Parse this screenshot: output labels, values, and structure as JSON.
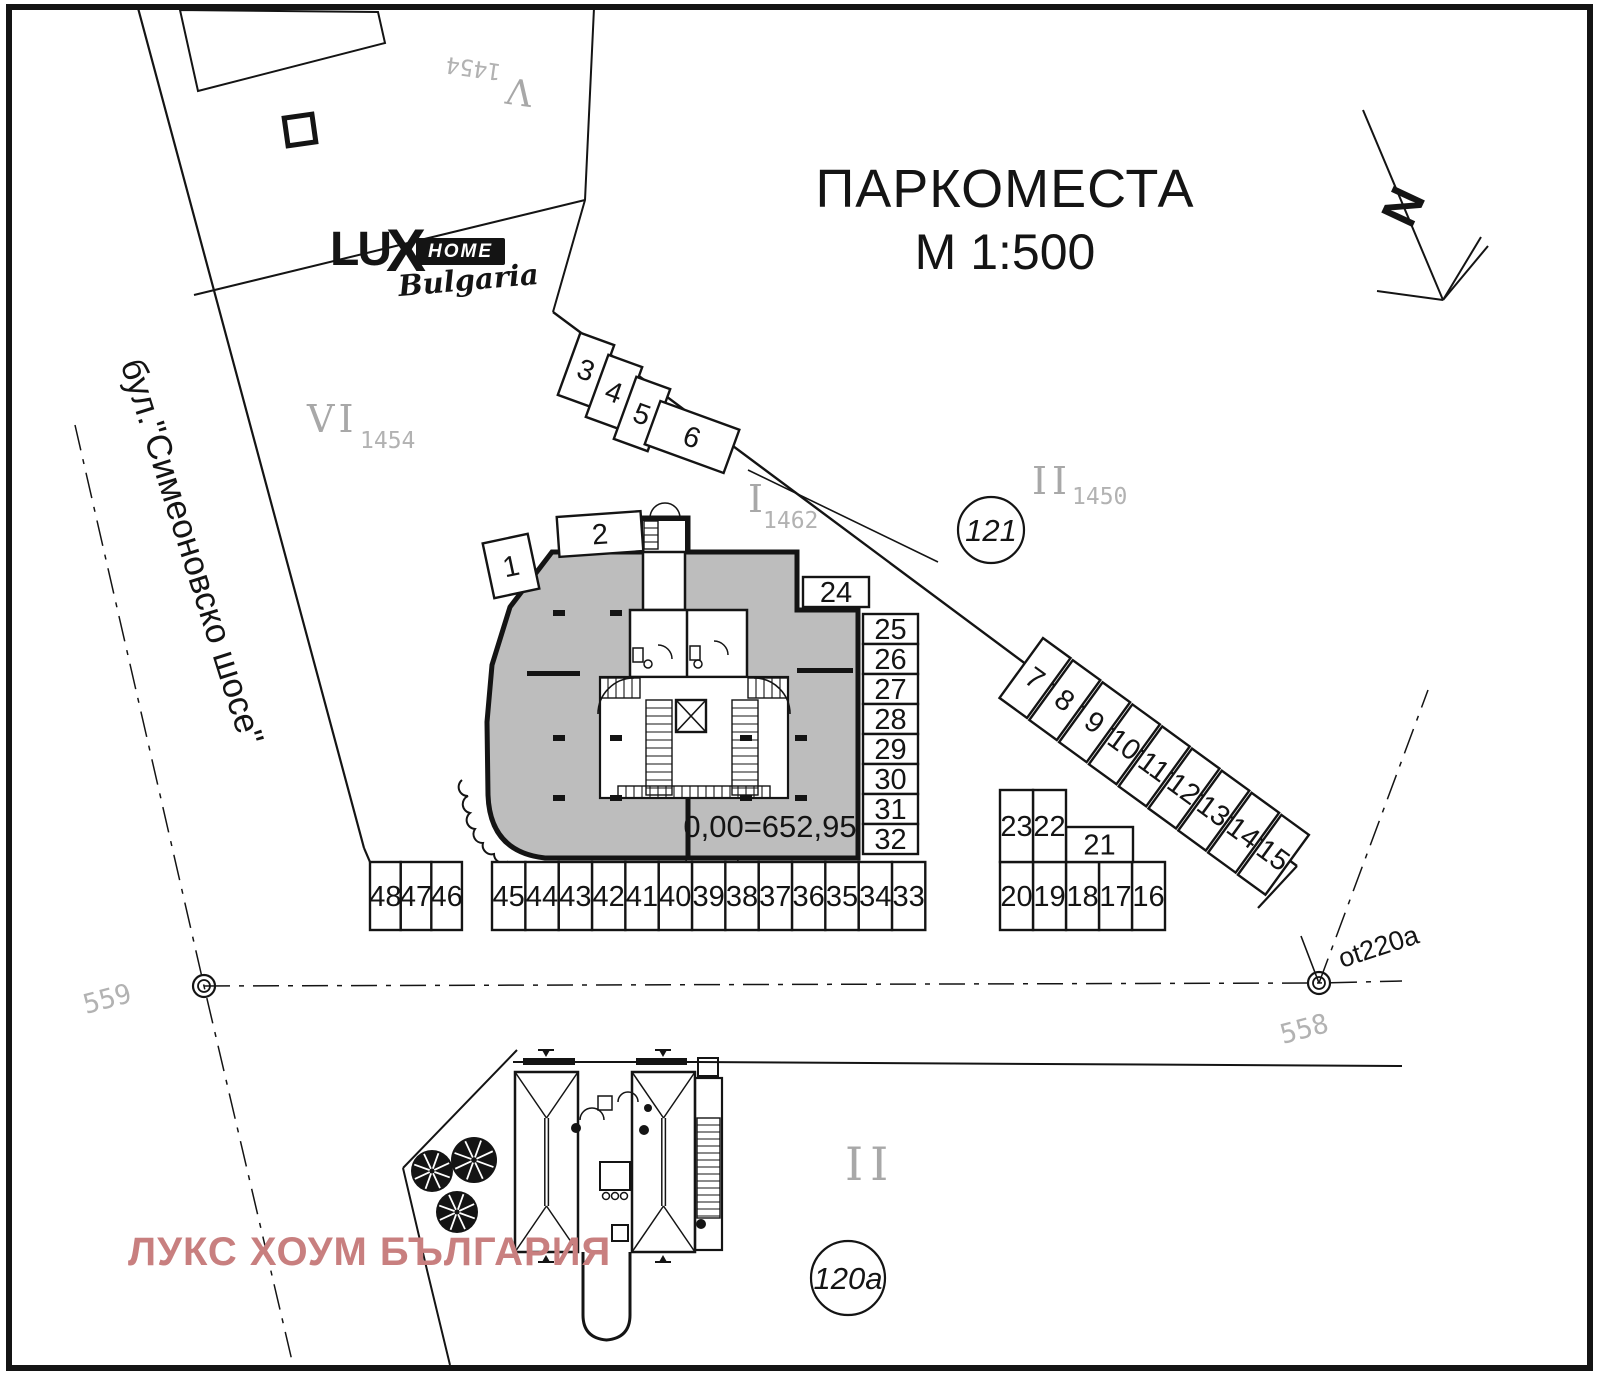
{
  "title": {
    "line1": "ПАРКОМЕСТА",
    "line2": "М  1:500"
  },
  "logo": {
    "lux": "LU",
    "x": "X",
    "home": "HOME",
    "country": "Bulgaria"
  },
  "watermark": "ЛУКС ХОУМ БЪЛГАРИЯ",
  "street": "бул.\"Симеоновско шосе\"",
  "north_label": "N",
  "building": {
    "elevation_label": "0,00=652,95"
  },
  "parcels": {
    "v": {
      "roman": "V",
      "number": "1454"
    },
    "vi": {
      "roman": "VI",
      "number": "1454"
    },
    "i": {
      "roman": "I",
      "number": "1462"
    },
    "ii_upper": {
      "roman": "II",
      "number": "1450"
    },
    "ii_lower": "II",
    "pt559": "559",
    "pt558": "558",
    "ot220a": "ot220a"
  },
  "circles": {
    "c121": "121",
    "c120a": "120a"
  },
  "parking": {
    "spaces": [
      "1",
      "2",
      "3",
      "4",
      "5",
      "6",
      "7",
      "8",
      "9",
      "10",
      "11",
      "12",
      "13",
      "14",
      "15",
      "16",
      "17",
      "18",
      "19",
      "20",
      "21",
      "22",
      "23",
      "24",
      "25",
      "26",
      "27",
      "28",
      "29",
      "30",
      "31",
      "32",
      "33",
      "34",
      "35",
      "36",
      "37",
      "38",
      "39",
      "40",
      "41",
      "42",
      "43",
      "44",
      "45",
      "46",
      "47",
      "48"
    ]
  }
}
